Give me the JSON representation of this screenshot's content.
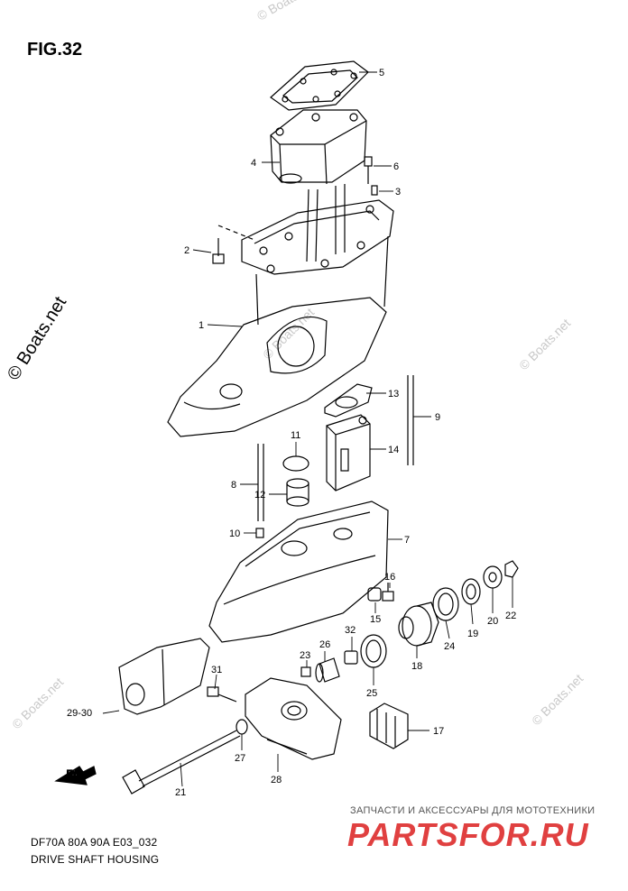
{
  "figure": {
    "title": "FIG.32",
    "model_line": "DF70A 80A 90A E03_032",
    "caption": "DRIVE SHAFT HOUSING"
  },
  "watermarks": {
    "main": "© Boats.net",
    "faint": "© Boats.net"
  },
  "dealer": {
    "tagline": "ЗАПЧАСТИ И АКСЕССУАРЫ ДЛЯ МОТОТЕХНИКИ",
    "logo": "PARTSFOR.RU"
  },
  "fwd_label": "FWD",
  "callouts": [
    "1",
    "2",
    "3",
    "4",
    "5",
    "6",
    "7",
    "8",
    "9",
    "10",
    "11",
    "12",
    "13",
    "14",
    "15",
    "16",
    "17",
    "18",
    "19",
    "20",
    "21",
    "22",
    "23",
    "24",
    "25",
    "26",
    "27",
    "28",
    "29-30",
    "31",
    "32"
  ],
  "colors": {
    "line": "#000000",
    "watermark": "#c9c9c9",
    "logo": "#e04040"
  }
}
